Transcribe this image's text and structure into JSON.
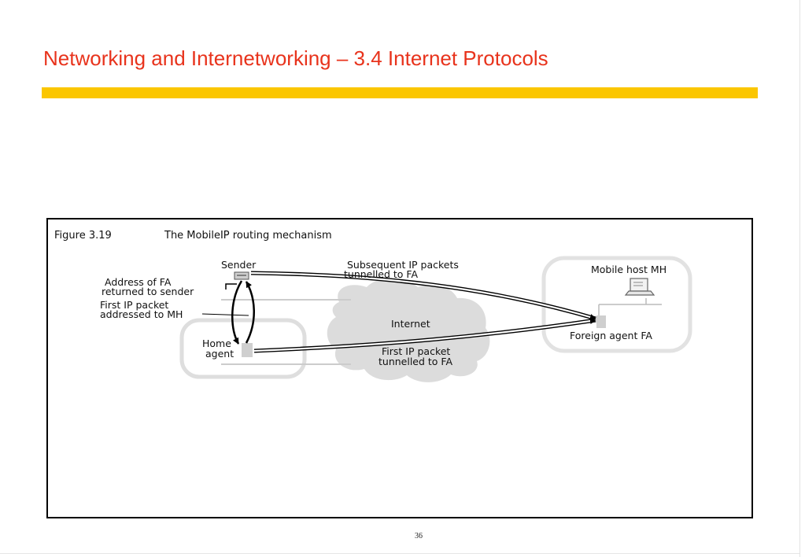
{
  "slide": {
    "title": "Networking and Internetworking – 3.4 Internet Protocols",
    "page_number": "36",
    "colors": {
      "title": "#e8331c",
      "accent_bar": "#fbc600"
    }
  },
  "figure": {
    "number": "Figure 3.19",
    "caption": "The MobileIP routing mechanism",
    "labels": {
      "sender": "Sender",
      "subsequent_line1": "Subsequent IP packets",
      "subsequent_line2": "tunnelled to FA",
      "address_line1": "Address of FA",
      "address_line2": "returned to sender",
      "first_packet_line1": "First IP packet",
      "first_packet_line2": "addressed to MH",
      "home_line1": "Home",
      "home_line2": "agent",
      "internet": "Internet",
      "tunnel_line1": "First IP packet",
      "tunnel_line2": "tunnelled to FA",
      "mobile_host": "Mobile host MH",
      "foreign_agent": "Foreign agent FA"
    }
  }
}
